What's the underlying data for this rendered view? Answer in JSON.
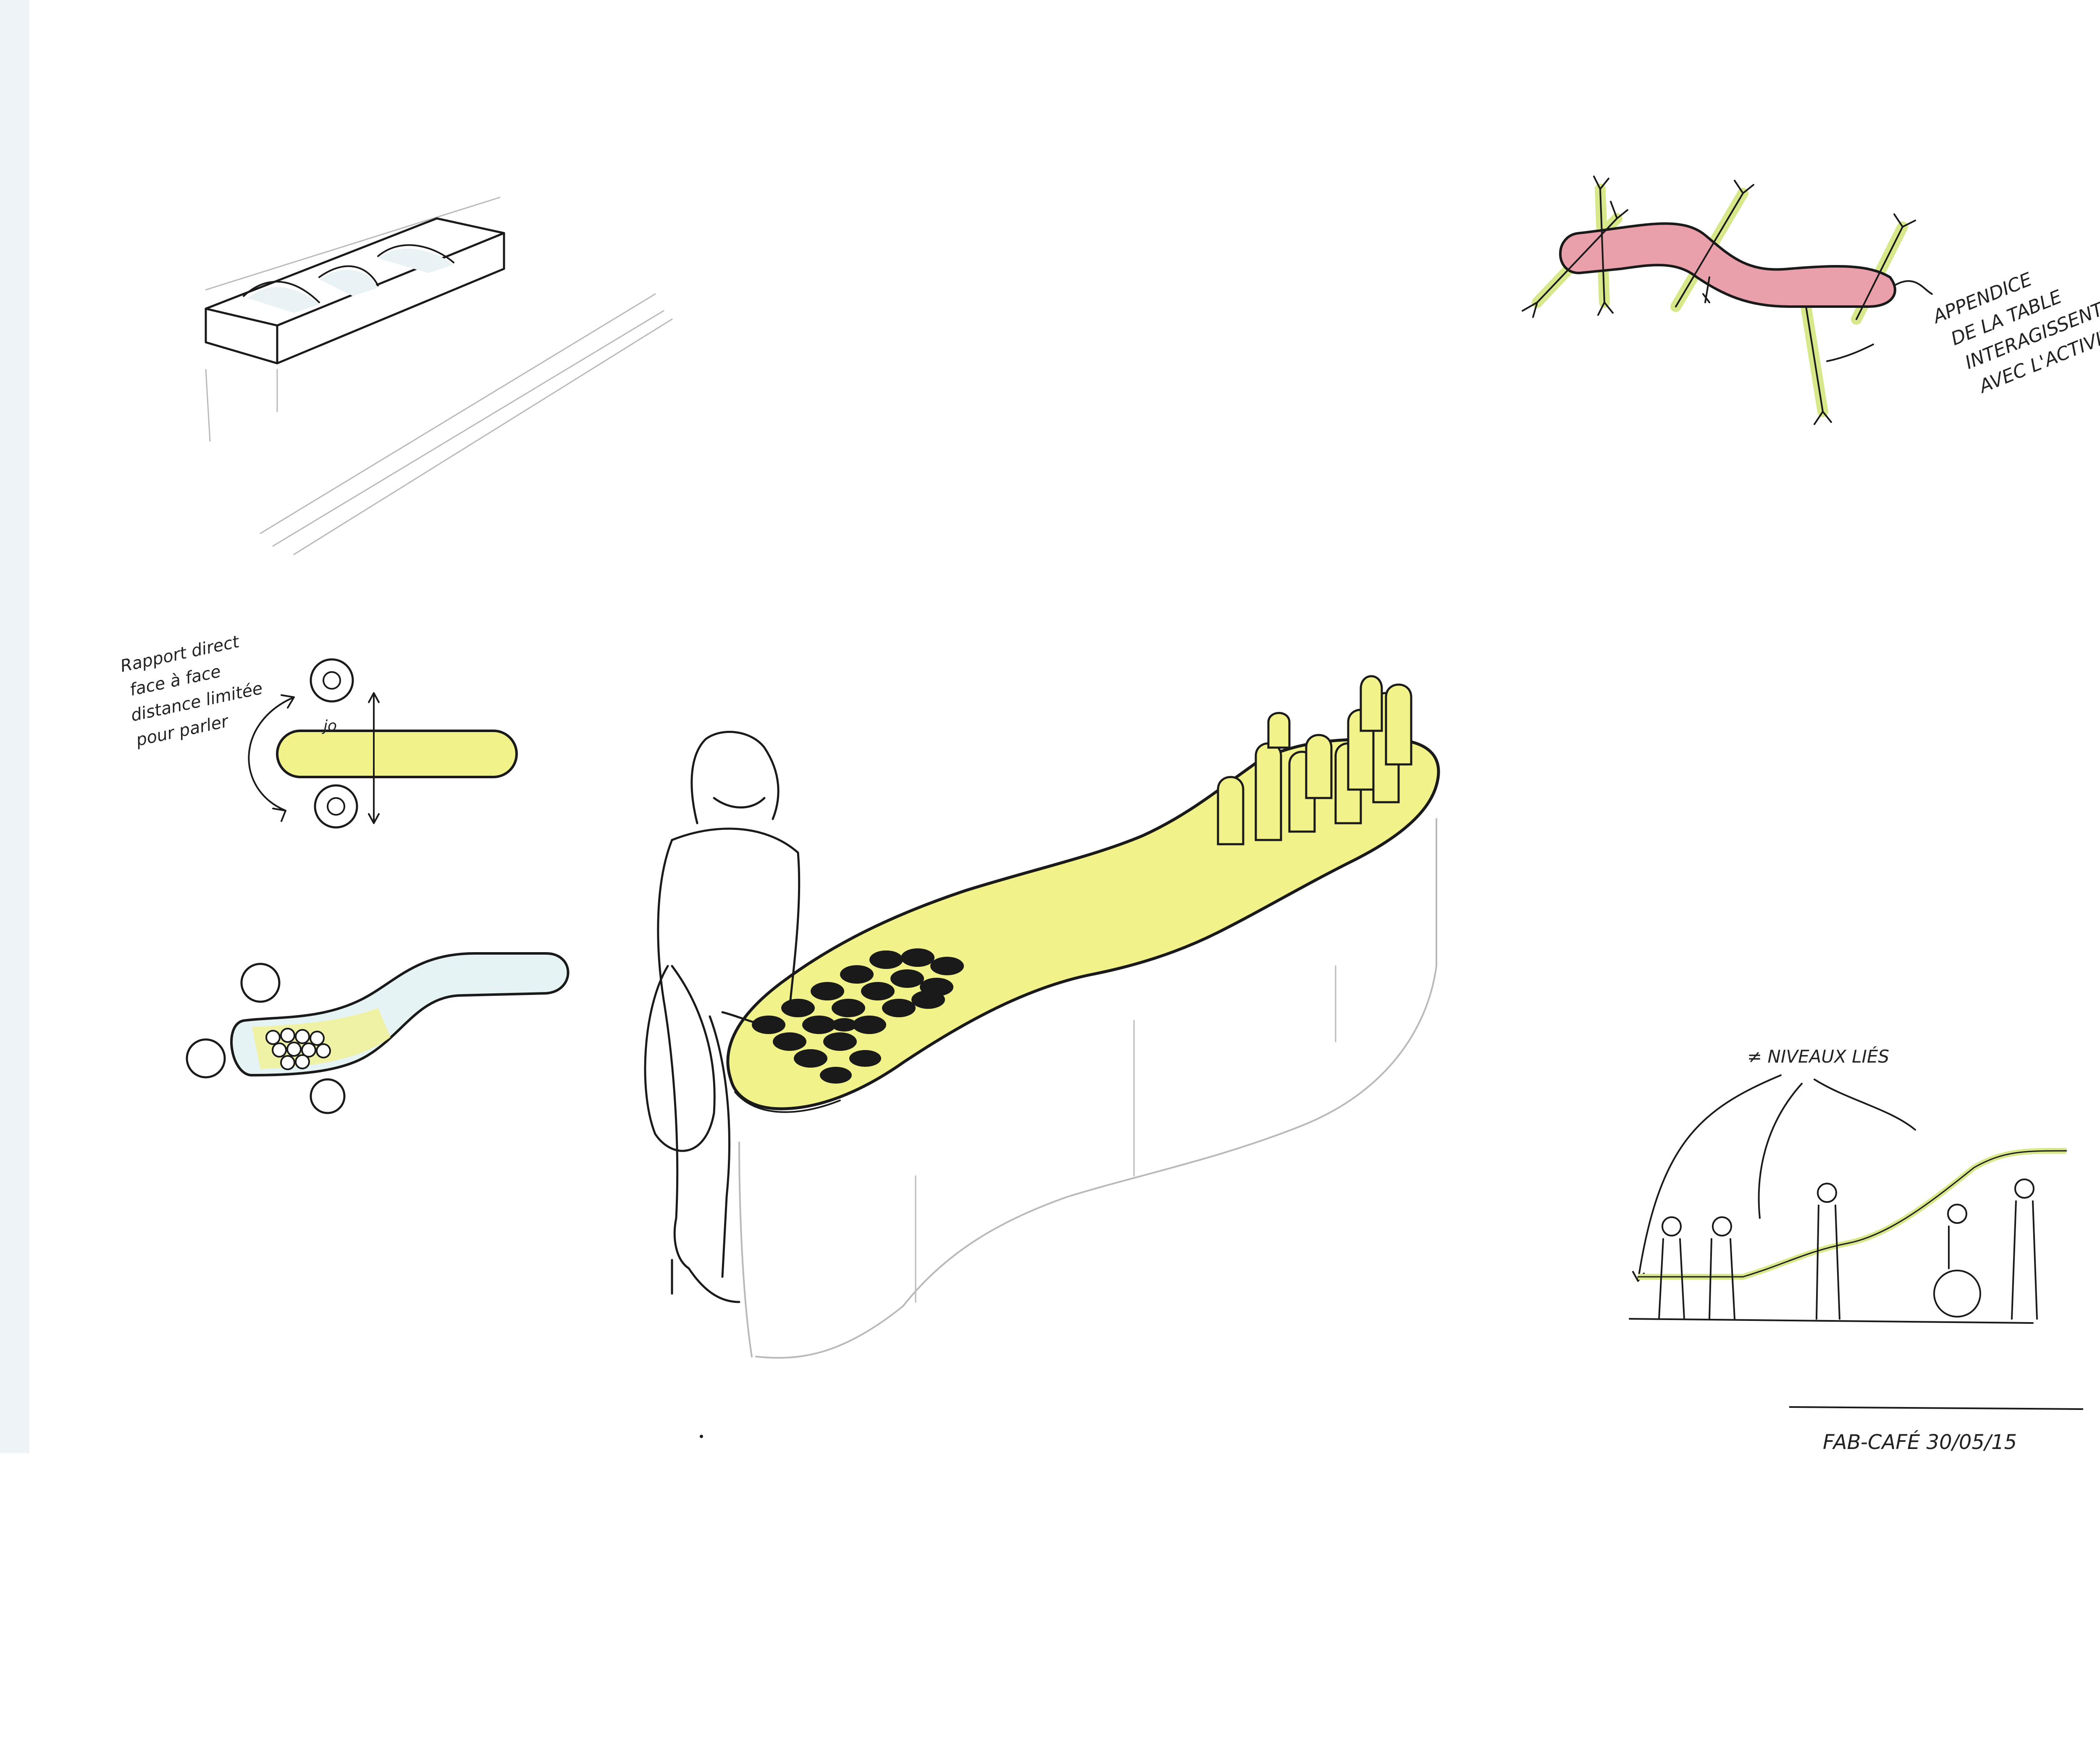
{
  "colors": {
    "table_yellow": "#f2f28a",
    "appendix_red": "#e9a0aa",
    "appendix_green": "#d6e88a",
    "light_blue": "#e6f3f4",
    "ink": "#1a1a1a",
    "pencil": "#c2c2c2",
    "left_strip": "#eef3f8"
  },
  "annotations": {
    "face_to_face": [
      "Rapport direct",
      "face à face",
      "distance limitée",
      "pour parler"
    ],
    "appendix": [
      "APPENDICE",
      "DE LA TABLE",
      "INTERAGISSENT",
      "AVEC L'ACTIVITÉ"
    ],
    "levels": "≠ NIVEAUX LIÉS",
    "signature": "FAB-CAFÉ  30/05/15",
    "small_label": "jo"
  }
}
